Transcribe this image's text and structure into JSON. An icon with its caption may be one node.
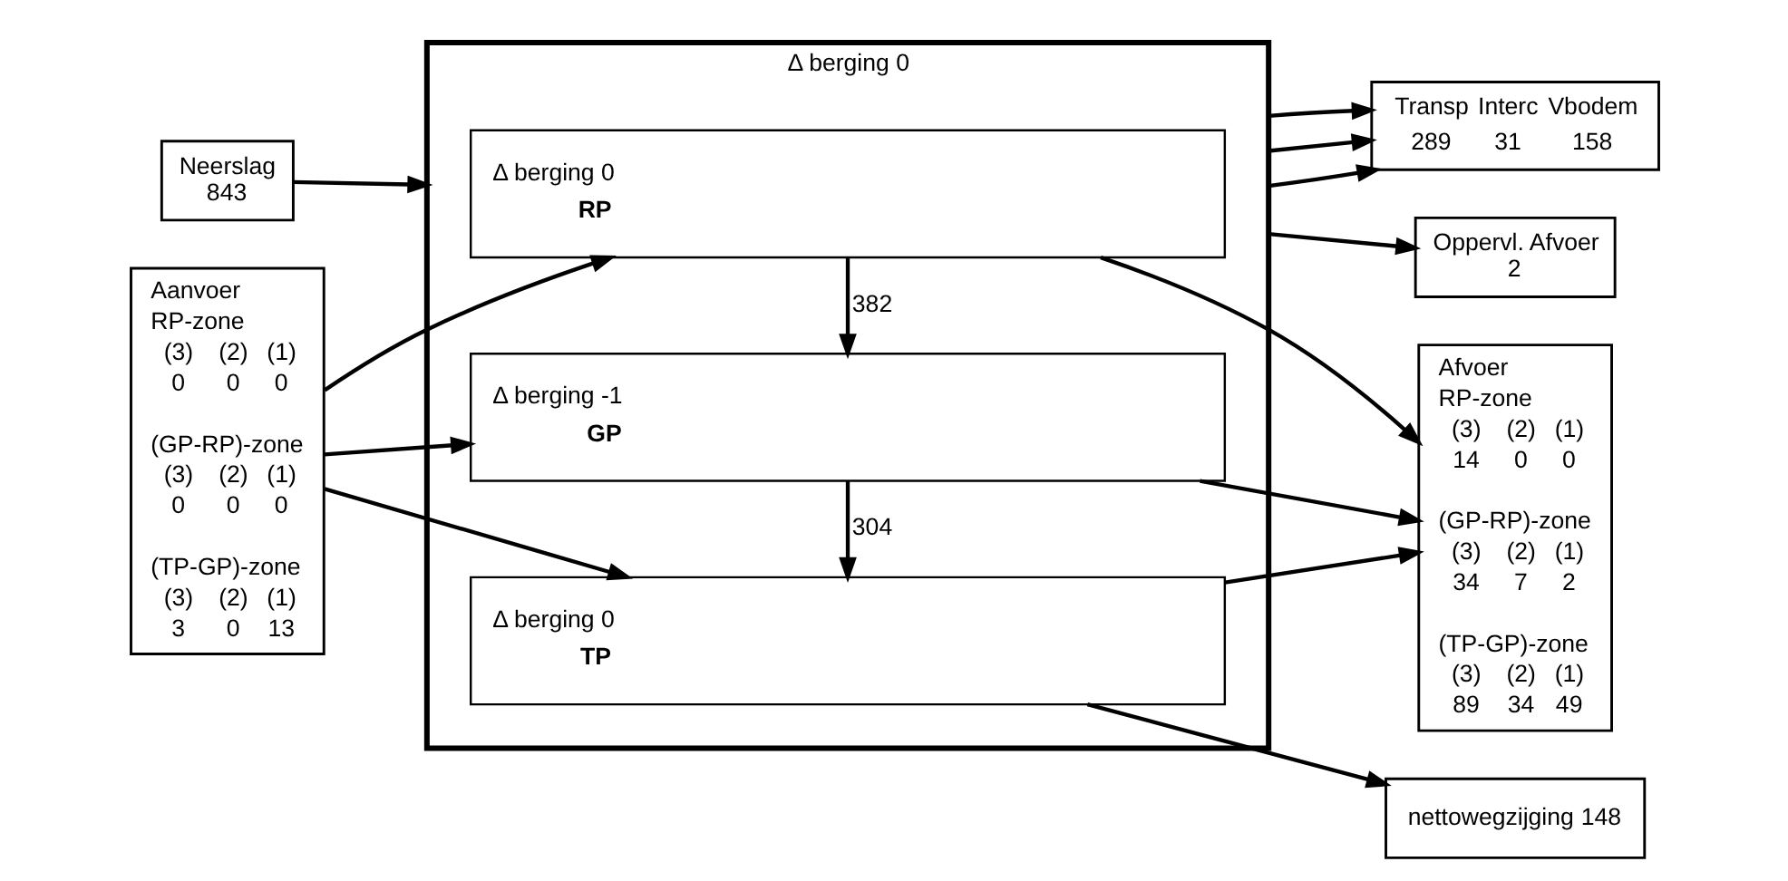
{
  "diagram": {
    "nodes": [
      {
        "text": [
          "Neerslag",
          "843"
        ]
      },
      {
        "text": [
          "Transp",
          "289",
          "Interc",
          "31",
          "Vbodem",
          "158"
        ]
      },
      {
        "text": [
          "Δ berging 0"
        ]
      },
      {
        "text": [
          "Δ berging 0",
          "RP"
        ],
        "in": 2
      },
      {
        "text": [
          "Δ berging -1",
          "GP"
        ],
        "in": 2
      },
      {
        "text": [
          "Δ berging 0",
          "TP"
        ],
        "in": 2
      },
      {
        "text": [
          "Oppervl. Afvoer",
          "2"
        ]
      },
      {
        "text": [
          "Aanvoer",
          "RP-zone",
          "(3)",
          "(2)",
          "(1)",
          "0",
          "0",
          "0",
          "(GP-RP)-zone",
          "(3)",
          "(2)",
          "(1)",
          "0",
          "0",
          "0",
          "(TP-GP)-zone",
          "(3)",
          "(2)",
          "(1)",
          "3",
          "0",
          "13"
        ]
      },
      {
        "text": [
          "Afvoer",
          "RP-zone",
          "(3)",
          "(2)",
          "(1)",
          "14",
          "0",
          "0",
          "(GP-RP)-zone",
          "(3)",
          "(2)",
          "(1)",
          "34",
          "7",
          "2",
          "(TP-GP)-zone",
          "(3)",
          "(2)",
          "(1)",
          "89",
          "34",
          "49"
        ]
      },
      {
        "text": [
          "nettowegzijging",
          "148"
        ]
      }
    ],
    "edges": [
      {
        "from": 0,
        "to": 2,
        "arrow": "to"
      },
      {
        "from": 2,
        "to": 1,
        "arrow": "to"
      },
      {
        "from": 2,
        "to": 1,
        "arrow": "to"
      },
      {
        "from": 2,
        "to": 1,
        "arrow": "to"
      },
      {
        "from": 2,
        "to": 6,
        "arrow": "to"
      },
      {
        "from": 7,
        "to": 3,
        "arrow": "to"
      },
      {
        "from": 7,
        "to": 4,
        "arrow": "to"
      },
      {
        "from": 7,
        "to": 5,
        "arrow": "to"
      },
      {
        "from": 3,
        "to": 8,
        "arrow": "to"
      },
      {
        "from": 4,
        "to": 8,
        "arrow": "to"
      },
      {
        "from": 5,
        "to": 8,
        "arrow": "to"
      },
      {
        "from": 3,
        "to": 4,
        "arrow": "to",
        "label": "382"
      },
      {
        "from": 4,
        "to": 5,
        "arrow": "to",
        "label": "304"
      },
      {
        "from": 5,
        "to": 9,
        "arrow": "to"
      }
    ]
  }
}
